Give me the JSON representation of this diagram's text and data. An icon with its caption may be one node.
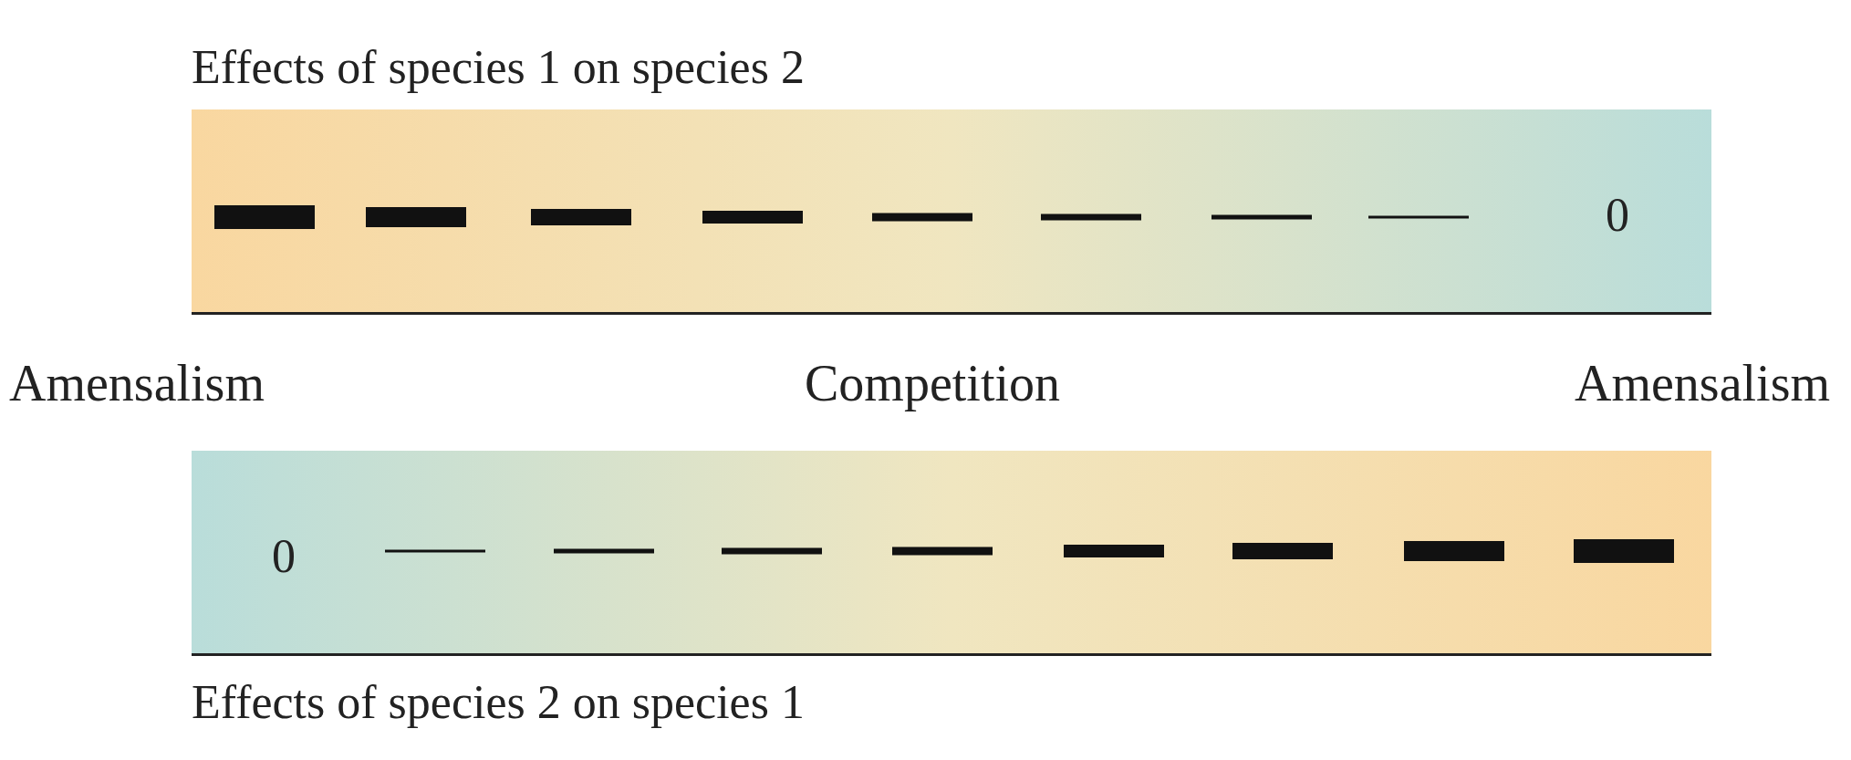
{
  "diagram": {
    "nodes": [
      {
        "text": [
          "Effects of species 1 on species 2",
          "0"
        ]
      },
      {
        "text": [
          "0",
          "Effects of species 2 on species 1"
        ]
      }
    ],
    "labels": [
      "Amensalism",
      "Competition",
      "Amensalism"
    ]
  }
}
